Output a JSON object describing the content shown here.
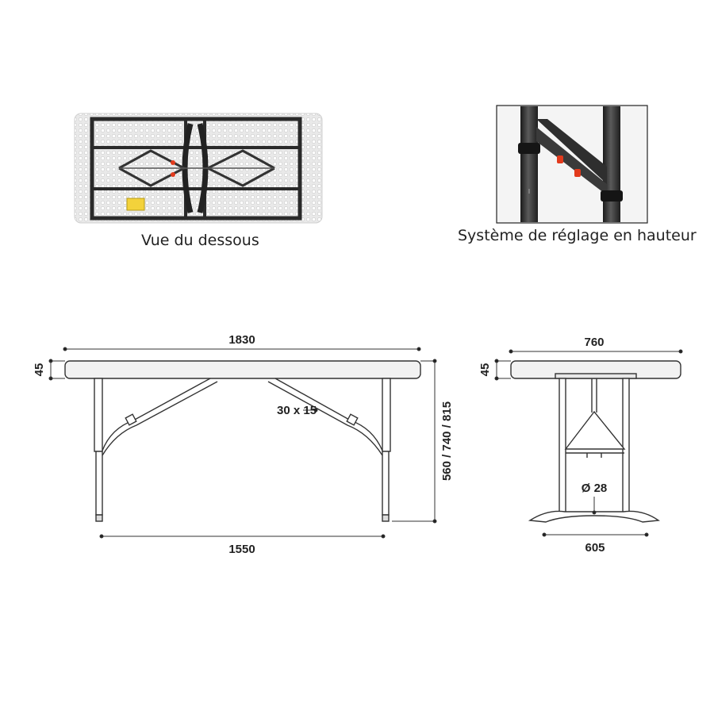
{
  "captions": {
    "underside": "Vue du dessous",
    "height_adjust": "Système de réglage en hauteur"
  },
  "side_view": {
    "overall_length": "1830",
    "top_thickness": "45",
    "brace_section": "30 x 15",
    "heights": "560 / 740 / 815",
    "leg_span": "1550"
  },
  "end_view": {
    "overall_width": "760",
    "top_thickness": "45",
    "tube_diameter": "Ø 28",
    "foot_span": "605"
  },
  "colors": {
    "line": "#333333",
    "tabletop": "#f2f2f2",
    "tube_dark": "#2b2b2b",
    "button_red": "#e23a1c"
  }
}
